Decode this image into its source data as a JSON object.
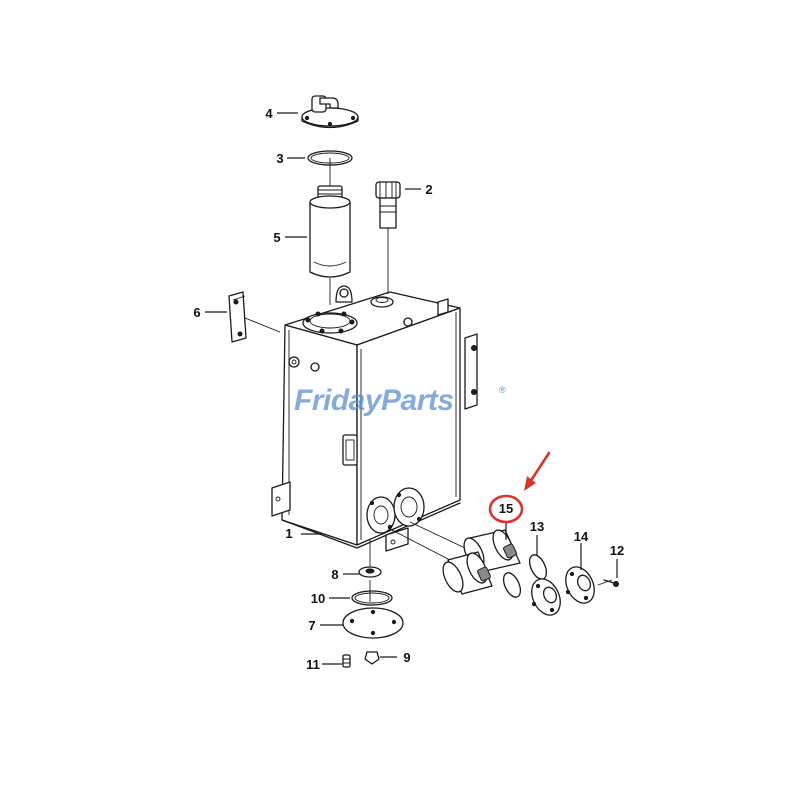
{
  "watermark": {
    "text": "FridayParts",
    "mark": "®"
  },
  "callouts": {
    "c1": "1",
    "c2": "2",
    "c3": "3",
    "c4": "4",
    "c5": "5",
    "c6": "6",
    "c7": "7",
    "c8": "8",
    "c9": "9",
    "c10": "10",
    "c11": "11",
    "c12": "12",
    "c13": "13",
    "c14": "14",
    "c15": "15"
  },
  "highlight": {
    "callout": "15",
    "ring_color": "#d9342b",
    "arrow_color": "#d9342b"
  },
  "colors": {
    "line": "#1a1a1a",
    "background": "#ffffff",
    "watermark": "#5b8fd0"
  }
}
